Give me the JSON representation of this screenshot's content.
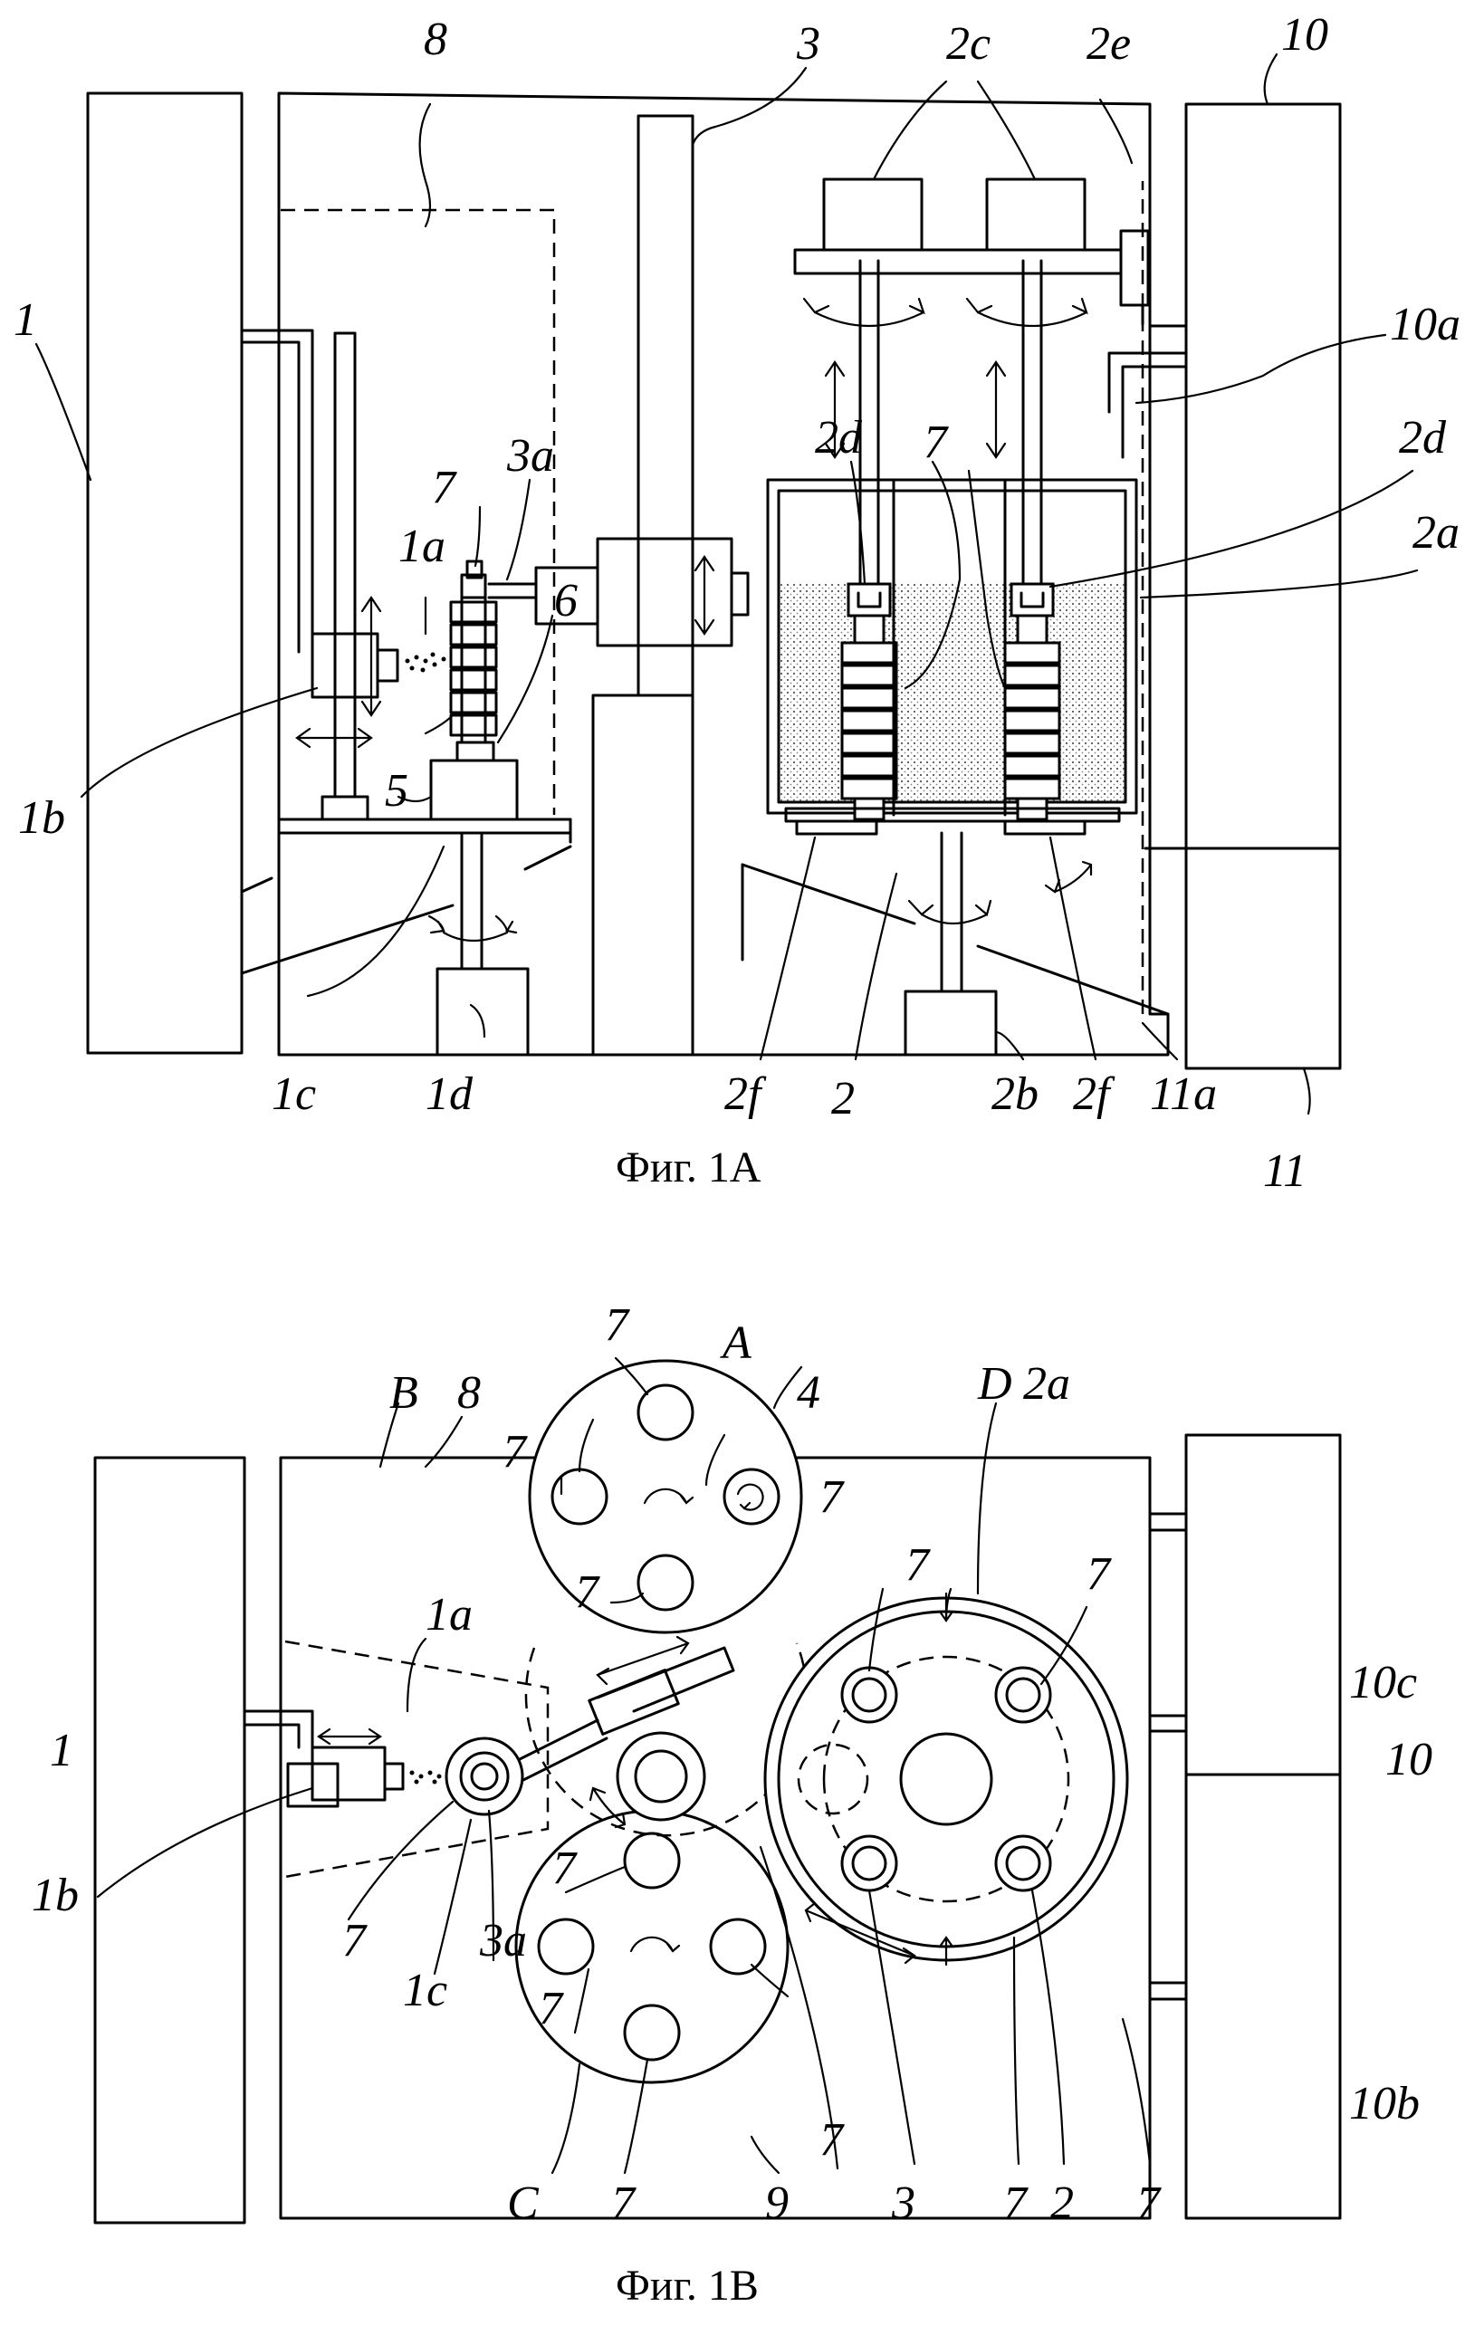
{
  "figures": {
    "fig1a_caption": "Фиг. 1А",
    "fig1b_caption": "Фиг. 1В"
  },
  "fig1a_labels": {
    "l1": "1",
    "l8": "8",
    "l3": "3",
    "l2c": "2c",
    "l2e": "2e",
    "l10": "10",
    "l10a": "10a",
    "l2d_left": "2d",
    "l2d_right": "2d",
    "l2a": "2a",
    "l7_left": "7",
    "l3a": "3a",
    "l1a": "1a",
    "l7_right": "7",
    "l6": "6",
    "l5": "5",
    "l1b": "1b",
    "l1c": "1c",
    "l1d": "1d",
    "l2f_left": "2f",
    "l2": "2",
    "l2b": "2b",
    "l2f_right": "2f",
    "l11a": "11a",
    "l11": "11"
  },
  "fig1b_labels": {
    "l7_top": "7",
    "lA": "A",
    "l4": "4",
    "l8": "8",
    "lB": "B",
    "l7_a": "7",
    "l7_b": "7",
    "lD": "D",
    "l2a": "2a",
    "l7_c": "7",
    "l7_d": "7",
    "l1a": "1a",
    "l7_e": "7",
    "l10c": "10c",
    "l10": "10",
    "l1": "1",
    "l1b": "1b",
    "l7_f": "7",
    "l3a": "3a",
    "l1c": "1c",
    "l7_g": "7",
    "l10b": "10b",
    "l7_h": "7",
    "l7_i": "7",
    "lC": "C",
    "l7_j": "7",
    "l9": "9",
    "l3": "3",
    "l7_k": "7",
    "l2": "2",
    "l7_l": "7"
  }
}
